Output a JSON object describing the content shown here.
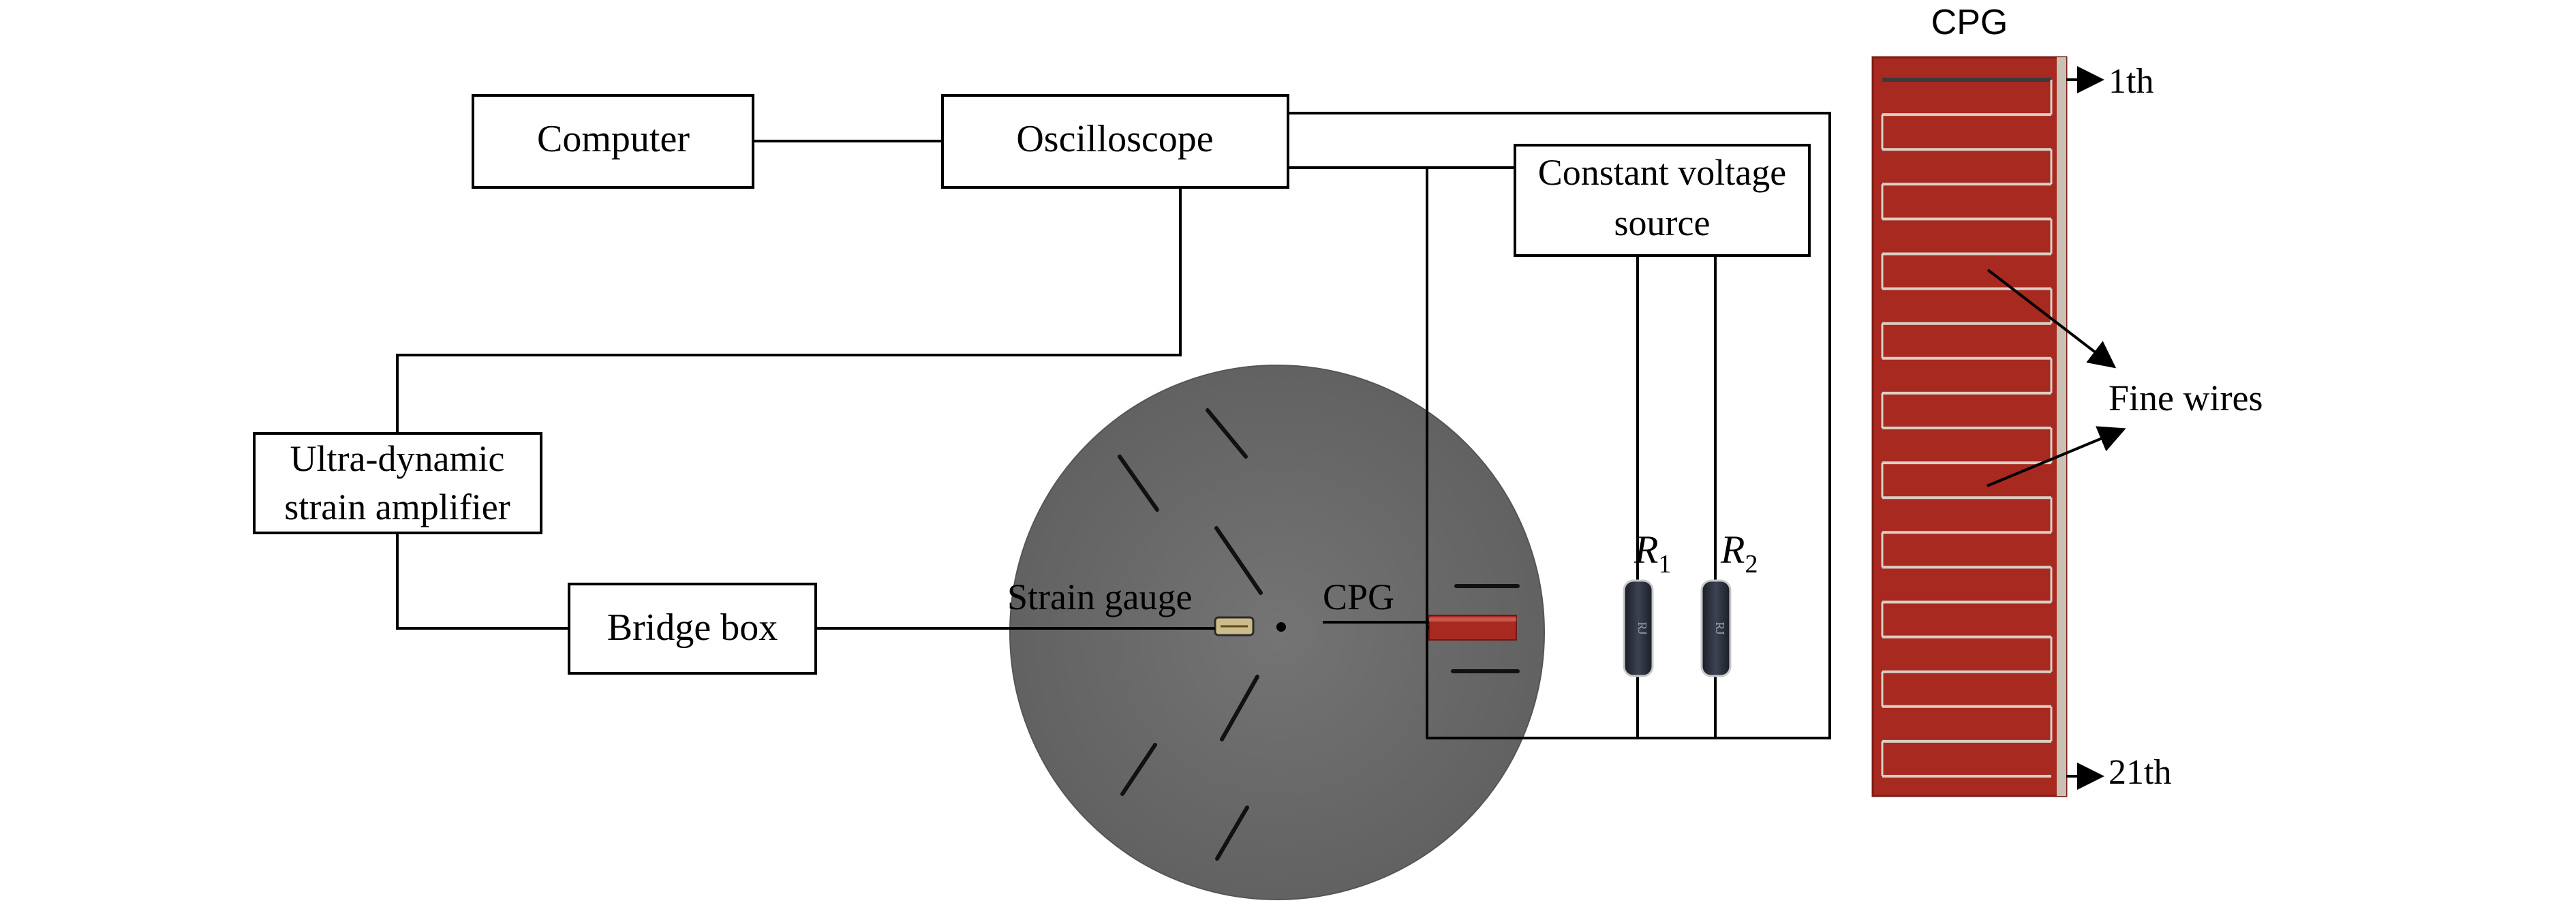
{
  "boxes": {
    "computer": "Computer",
    "oscilloscope": "Oscilloscope",
    "voltage_source": {
      "line1": "Constant voltage",
      "line2": "source"
    },
    "amplifier": {
      "line1": "Ultra-dynamic",
      "line2": "strain amplifier"
    },
    "bridge_box": "Bridge box"
  },
  "specimen": {
    "strain_gauge": "Strain gauge",
    "cpg": "CPG"
  },
  "resistors": {
    "r1": {
      "letter": "R",
      "sub": "1"
    },
    "r2": {
      "letter": "R",
      "sub": "2"
    }
  },
  "cpg_detail": {
    "title": "CPG",
    "top_marker": "1th",
    "bottom_marker": "21th",
    "wires_label": "Fine wires",
    "wire_count": 21
  },
  "colors": {
    "line": "#000000",
    "specimen_disk": "#6b6b6b",
    "cpg_body": "#a8291f",
    "resistor_body": "#2a2e3b"
  }
}
